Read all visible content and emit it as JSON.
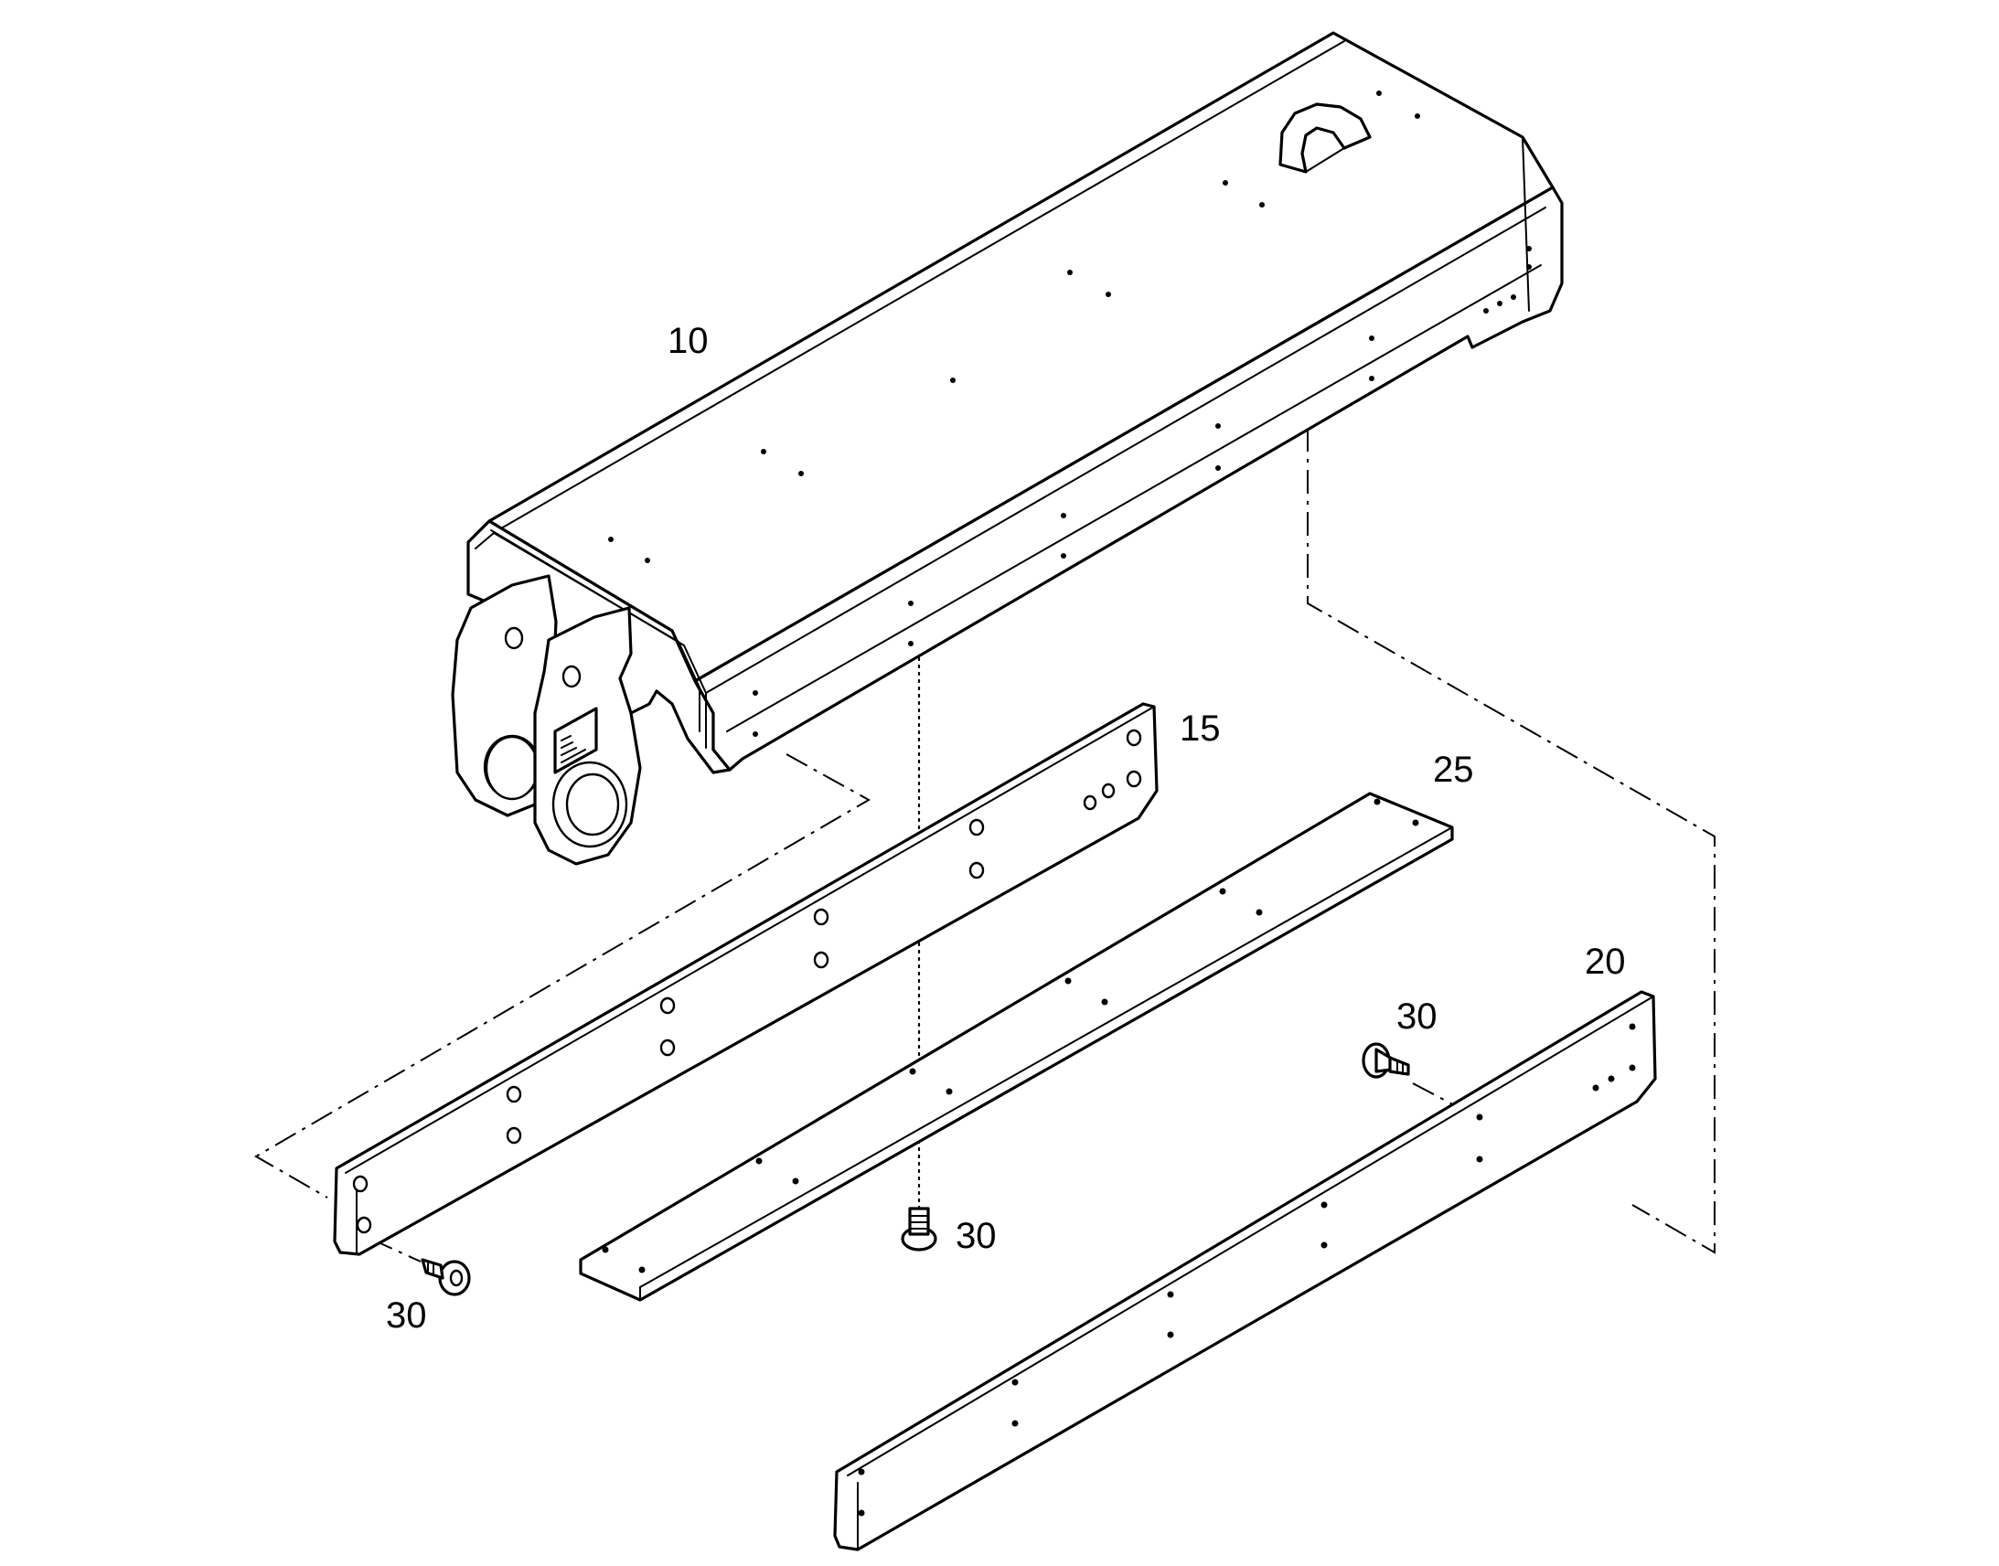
{
  "labels": {
    "main_beam": "10",
    "left_strip": "15",
    "middle_strip": "25",
    "right_strip": "20",
    "screw_right": "30",
    "screw_middle": "30",
    "screw_left": "30"
  }
}
